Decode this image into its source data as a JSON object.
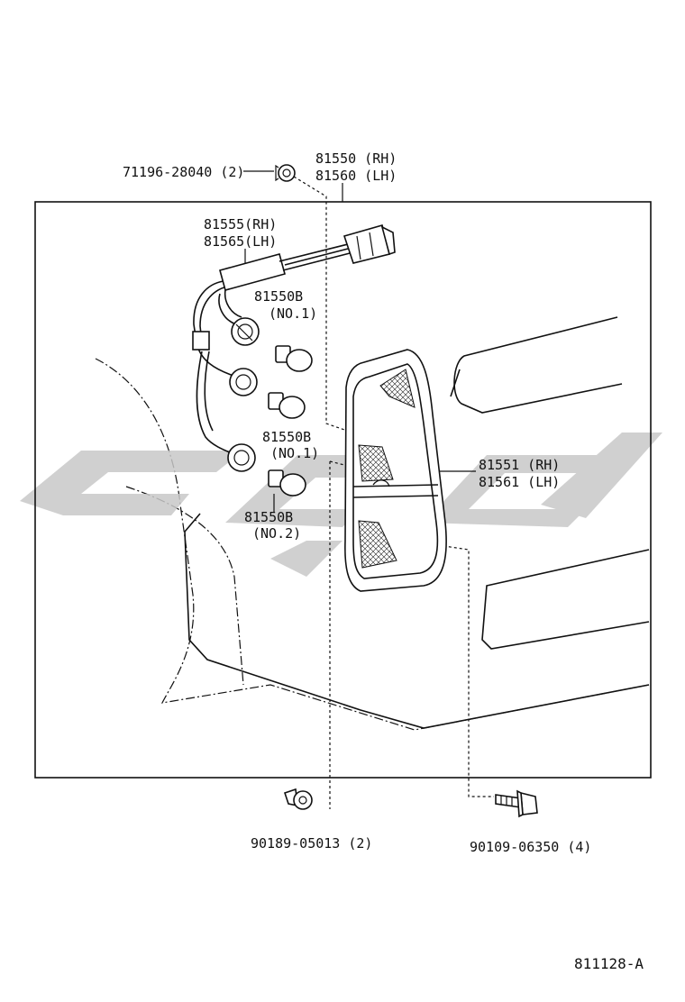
{
  "labels": {
    "clip_part": "71196-28040 (2)",
    "lamp_assy_rh": "81550 (RH)",
    "lamp_assy_lh": "81560 (LH)",
    "socket_rh": "81555(RH)",
    "socket_lh": "81565(LH)",
    "bulb_top_num": "81550B",
    "bulb_top_type": "(NO.1)",
    "bulb_mid_num": "81550B",
    "bulb_mid_type": "(NO.1)",
    "bulb_low_num": "81550B",
    "bulb_low_type": "(NO.2)",
    "lens_rh": "81551 (RH)",
    "lens_lh": "81561 (LH)",
    "nut_part": "90189-05013 (2)",
    "bolt_part": "90109-06350 (4)",
    "diagram_ref": "811128-A"
  },
  "colors": {
    "line": "#111111",
    "watermark": "#c8c8c8",
    "background": "#ffffff"
  }
}
